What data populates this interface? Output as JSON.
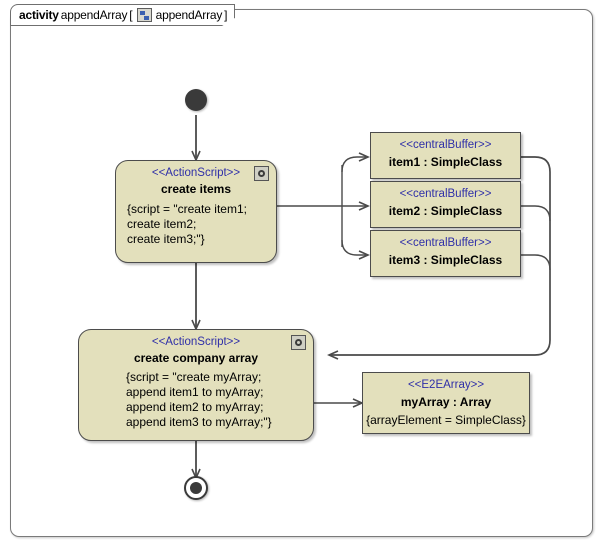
{
  "frame": {
    "keyword": "activity",
    "name": "appendArray",
    "bracket_open": "[",
    "icon": "activity-diagram-icon",
    "inner_name": "appendArray",
    "bracket_close": "]"
  },
  "colors": {
    "node_fill": "#e3e0bc",
    "node_border": "#4c4c4c",
    "stereotype_text": "#2f2fa8",
    "body_text": "#000000",
    "edge": "#4a4a4a",
    "control_node": "#3a3a3a",
    "frame_border": "#7a7a7a",
    "canvas": "#ffffff"
  },
  "nodes": {
    "initial": {
      "label": "initial-node"
    },
    "final": {
      "label": "activity-final-node"
    },
    "create_items": {
      "stereotype": "<<ActionScript>>",
      "name": "create items",
      "body": "{script = \"create item1;\ncreate item2;\ncreate item3;\"}",
      "icon": "gear-icon"
    },
    "create_company_array": {
      "stereotype": "<<ActionScript>>",
      "name": "create company array",
      "body": "{script = \"create myArray;\nappend item1 to myArray;\nappend item2 to myArray;\nappend item3 to myArray;\"}",
      "icon": "gear-icon"
    },
    "buffers": [
      {
        "stereotype": "<<centralBuffer>>",
        "name": "item1 : SimpleClass"
      },
      {
        "stereotype": "<<centralBuffer>>",
        "name": "item2 : SimpleClass"
      },
      {
        "stereotype": "<<centralBuffer>>",
        "name": "item3 : SimpleClass"
      }
    ],
    "my_array": {
      "stereotype": "<<E2EArray>>",
      "name": "myArray : Array",
      "body": "{arrayElement = SimpleClass}"
    }
  }
}
